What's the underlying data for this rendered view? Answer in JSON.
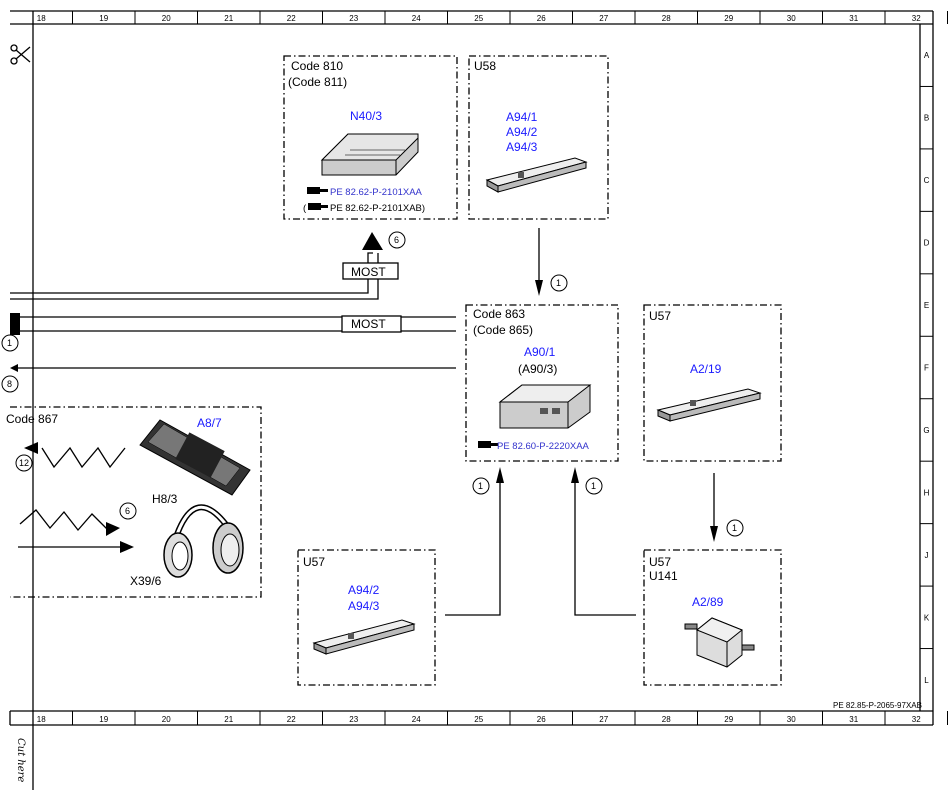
{
  "ruler": {
    "columns": [
      "18",
      "19",
      "20",
      "21",
      "22",
      "23",
      "24",
      "25",
      "26",
      "27",
      "28",
      "29",
      "30",
      "31",
      "32"
    ],
    "rows": [
      "A",
      "B",
      "C",
      "D",
      "E",
      "F",
      "G",
      "H",
      "J",
      "K",
      "L"
    ]
  },
  "doc_ref": "PE 82.85-P-2065-97XAB",
  "cut_label": "Cut here",
  "most_label": "MOST",
  "boxes": {
    "n40": {
      "line1": "Code 810",
      "line2": "(Code 811)",
      "id": "N40/3",
      "ref1": "PE 82.62-P-2101XAA",
      "ref2_prefix": "(",
      "ref2": "PE 82.62-P-2101XAB)"
    },
    "u58": {
      "line1": "U58",
      "ids": [
        "A94/1",
        "A94/2",
        "A94/3"
      ]
    },
    "a90": {
      "line1": "Code 863",
      "line2": "(Code 865)",
      "id": "A90/1",
      "id2": "(A90/3)",
      "ref": "PE 82.60-P-2220XAA"
    },
    "u57_a219": {
      "line1": "U57",
      "id": "A2/19"
    },
    "code867": {
      "line1": "Code 867",
      "id_remote": "A8/7",
      "id_h8": "H8/3",
      "id_x39": "X39/6"
    },
    "u57_a94": {
      "line1": "U57",
      "ids": [
        "A94/2",
        "A94/3"
      ]
    },
    "u57_a289": {
      "line1": "U57",
      "line2": "U141",
      "id": "A2/89"
    }
  },
  "markers": {
    "m6_top": "6",
    "m1_u58": "1",
    "m1_left": "1",
    "m1_mid": "1",
    "m1_right": "1",
    "m12": "12",
    "m6_wave": "6",
    "m1_cut": "1",
    "m8_cut": "8"
  }
}
